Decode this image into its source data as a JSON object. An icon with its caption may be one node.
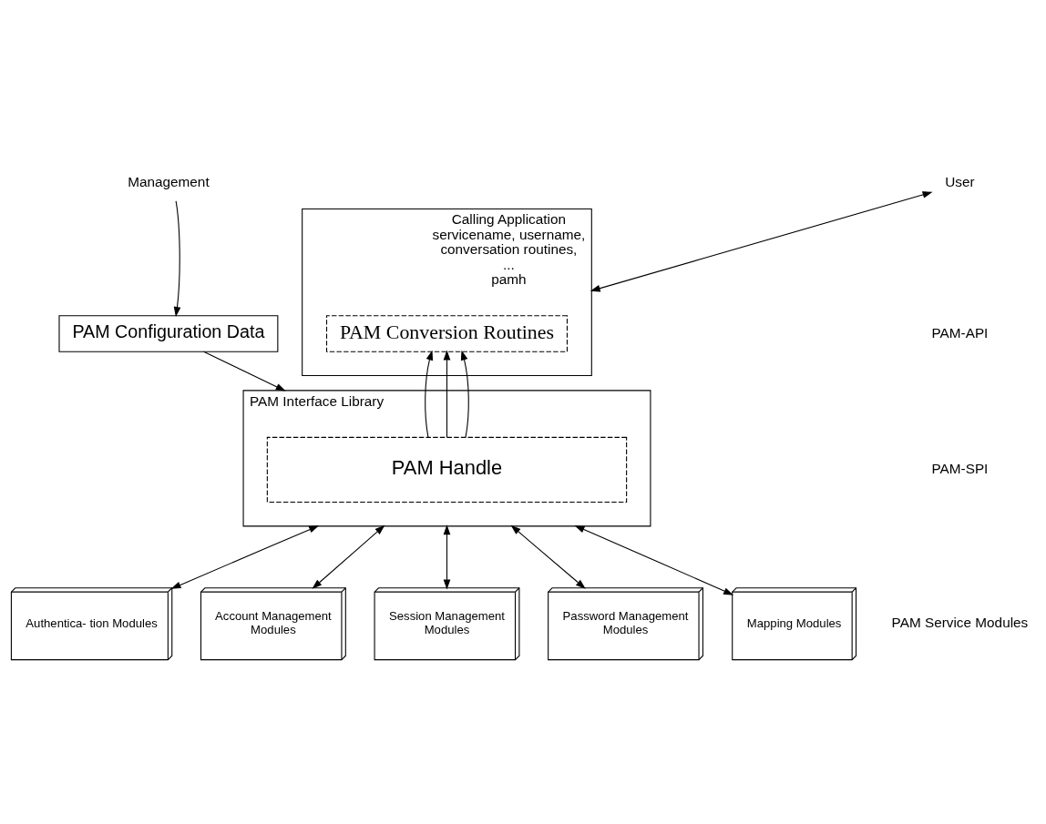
{
  "diagram": {
    "nodes": [
      {
        "text": [
          "Calling Application servicename, username, conversation routines, ...",
          "pamh"
        ]
      },
      {
        "text": [
          "PAM Conversion Routines"
        ],
        "in": 0
      },
      {
        "text": [
          "User"
        ]
      },
      {
        "text": [
          "Management"
        ]
      },
      {
        "text": [
          "PAM Interface Library"
        ]
      },
      {
        "text": [
          "PAM Handle"
        ],
        "in": 4
      },
      {
        "text": [
          "PAM Configuration Data"
        ]
      },
      {
        "text": [
          "Authentica- tion Modules"
        ]
      },
      {
        "text": [
          "Account Management Modules"
        ]
      },
      {
        "text": [
          "Session Management Modules"
        ]
      },
      {
        "text": [
          "Password Management Modules"
        ]
      },
      {
        "text": [
          "Mapping Modules"
        ]
      }
    ],
    "edges": [
      {
        "from": 2,
        "to": 0,
        "arrow": "both"
      },
      {
        "from": 4,
        "to": 1,
        "arrow": "to"
      },
      {
        "from": 5,
        "to": 0,
        "arrow": "to"
      },
      {
        "from": 5,
        "to": 0,
        "arrow": "to"
      },
      {
        "from": 3,
        "to": 6,
        "arrow": "to"
      },
      {
        "from": 6,
        "to": 4,
        "arrow": "to"
      },
      {
        "from": 4,
        "to": 7,
        "arrow": "both"
      },
      {
        "from": 4,
        "to": 8,
        "arrow": "both"
      },
      {
        "from": 4,
        "to": 9,
        "arrow": "both"
      },
      {
        "from": 4,
        "to": 10,
        "arrow": "both"
      },
      {
        "from": 4,
        "to": 11,
        "arrow": "both"
      }
    ],
    "labels": [
      "PAM-API",
      "PAM-SPI",
      "PAM Service Modules"
    ]
  }
}
